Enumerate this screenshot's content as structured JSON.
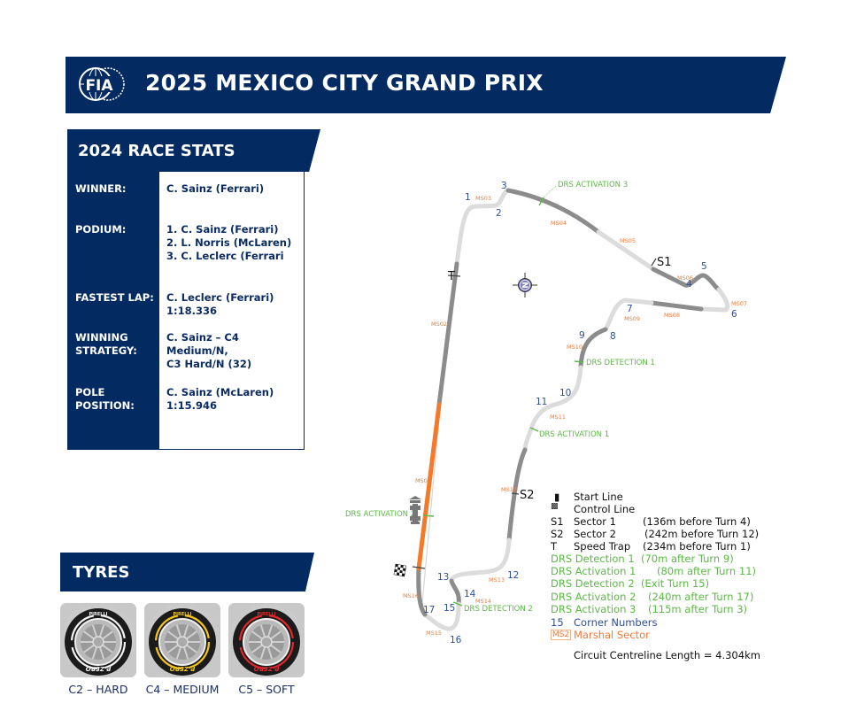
{
  "header": {
    "logo_text": "FIA",
    "title": "2025 MEXICO CITY GRAND PRIX"
  },
  "race_stats": {
    "heading": "2024 RACE STATS",
    "rows": [
      {
        "label": "WINNER:",
        "value": "C. Sainz (Ferrari)"
      },
      {
        "label": "PODIUM:",
        "value": "1. C. Sainz (Ferrari)\n2. L. Norris (McLaren)\n3. C. Leclerc (Ferrari"
      },
      {
        "label": "FASTEST LAP:",
        "value": "C. Leclerc (Ferrari)\n1:18.336"
      },
      {
        "label": "WINNING\nSTRATEGY:",
        "value": "C. Sainz – C4 Medium/N,\nC3 Hard/N (32)"
      },
      {
        "label": "POLE\nPOSITION:",
        "value": "C. Sainz (McLaren)\n1:15.946"
      }
    ]
  },
  "tyres": {
    "heading": "TYRES",
    "items": [
      {
        "label": "C2 – HARD",
        "stripe_color": "#f2f2f2",
        "brand": "PIRELLI",
        "sidewall": "P ZERO"
      },
      {
        "label": "C4 – MEDIUM",
        "stripe_color": "#f5c518",
        "brand": "PIRELLI",
        "sidewall": "P ZERO"
      },
      {
        "label": "C5 – SOFT",
        "stripe_color": "#e3262b",
        "brand": "PIRELLI",
        "sidewall": "P ZERO"
      }
    ]
  },
  "map": {
    "corners": [
      "1",
      "2",
      "3",
      "4",
      "5",
      "6",
      "7",
      "8",
      "9",
      "10",
      "11",
      "12",
      "13",
      "14",
      "15",
      "16",
      "17"
    ],
    "marshal_sectors": [
      "MS01",
      "MS02",
      "MS03",
      "MS04",
      "MS05",
      "MS06",
      "MS07",
      "MS08",
      "MS09",
      "MS10",
      "MS11",
      "MS12",
      "MS13",
      "MS14",
      "MS15",
      "MS16"
    ],
    "markers": {
      "s1": "S1",
      "s2": "S2",
      "speed_trap": "T"
    },
    "drs_labels": {
      "detection_1": "DRS DETECTION 1",
      "detection_2": "DRS DETECTION 2",
      "activation_1": "DRS ACTIVATION 1",
      "activation_2": "DRS ACTIVATION 2",
      "activation_3": "DRS ACTIVATION 3"
    },
    "compass_letter": "N",
    "colors": {
      "track_light": "#dcdcdc",
      "track_dark": "#8a8a8a",
      "pit_straight": "#f47a2a",
      "corner_numbers": "#2e4fa3",
      "drs": "#5db848",
      "marshal": "#f07a3a"
    }
  },
  "legend": {
    "rows": [
      {
        "key": "",
        "name": "Start Line",
        "desc": "",
        "color": "black"
      },
      {
        "key": "",
        "name": "Control Line",
        "desc": "",
        "color": "black"
      },
      {
        "key": "S1",
        "name": "Sector 1",
        "desc": "(136m before Turn 4)",
        "color": "black"
      },
      {
        "key": "S2",
        "name": "Sector 2",
        "desc": "(242m before Turn 12)",
        "color": "black"
      },
      {
        "key": "T",
        "name": "Speed Trap",
        "desc": "(234m before Turn 1)",
        "color": "black"
      },
      {
        "key": "",
        "name": "DRS Detection 1",
        "desc": "(70m after Turn 9)",
        "color": "green"
      },
      {
        "key": "",
        "name": "DRS Activation 1",
        "desc": "(80m after Turn 11)",
        "color": "green"
      },
      {
        "key": "",
        "name": "DRS Detection 2",
        "desc": "(Exit Turn 15)",
        "color": "green"
      },
      {
        "key": "",
        "name": "DRS Activation 2",
        "desc": "(240m after Turn 17)",
        "color": "green"
      },
      {
        "key": "",
        "name": "DRS Activation 3",
        "desc": "(115m after Turn 3)",
        "color": "green"
      },
      {
        "key": "15",
        "name": "Corner Numbers",
        "desc": "",
        "color": "blue"
      },
      {
        "key": "MS2",
        "name": "Marshal Sector",
        "desc": "",
        "color": "orange"
      }
    ],
    "centreline": "Circuit Centreline Length = 4.304km"
  }
}
